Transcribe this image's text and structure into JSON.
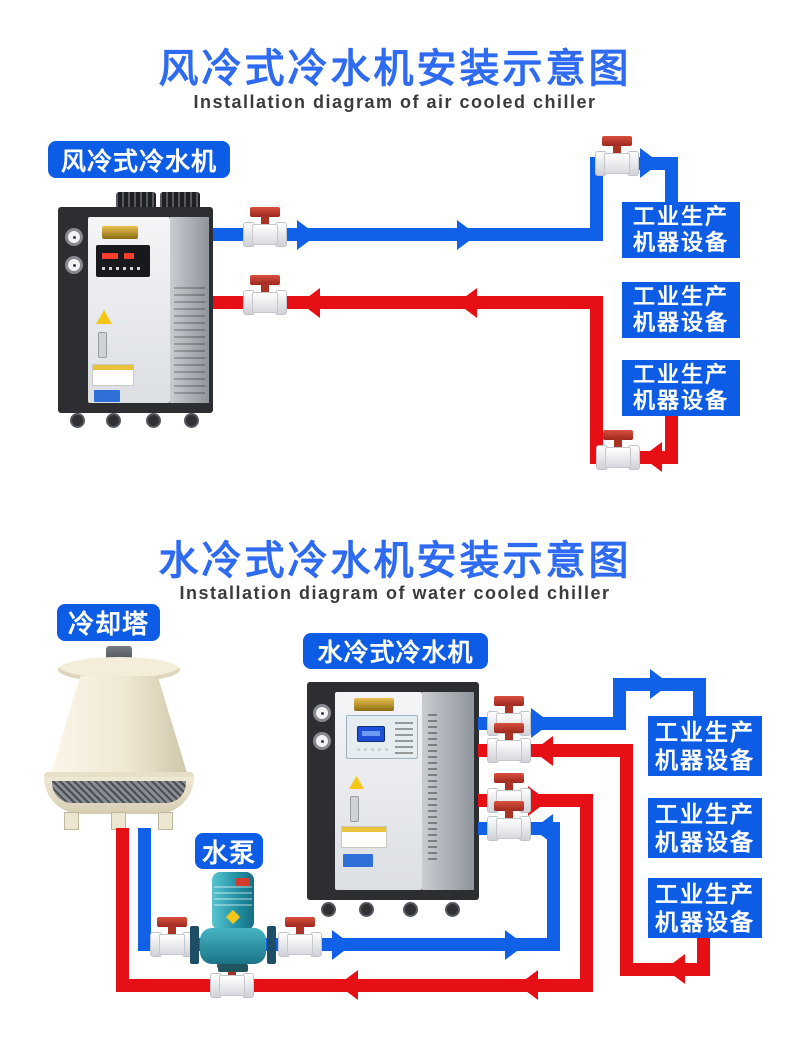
{
  "colors": {
    "primary_blue": "#0d5ce6",
    "pipe_blue": "#1160e8",
    "pipe_red": "#e60f16",
    "title_blue": "#2e6bf0",
    "subtitle_gray": "#3b3b3b",
    "valve_handle_red": "#9c271c",
    "tower_cream": "#f2ecda",
    "pump_teal": "#2391a4"
  },
  "icons": [
    "ball-valve-icon",
    "flow-arrow-icon",
    "air-cooled-chiller-image",
    "water-cooled-chiller-image",
    "cooling-tower-image",
    "water-pump-image"
  ],
  "air_section": {
    "title": "风冷式冷水机安装示意图",
    "subtitle": "Installation diagram of air cooled chiller",
    "chiller_label": "风冷式冷水机",
    "equipment_boxes": [
      {
        "line1": "工业生产",
        "line2": "机器设备"
      },
      {
        "line1": "工业生产",
        "line2": "机器设备"
      },
      {
        "line1": "工业生产",
        "line2": "机器设备"
      }
    ]
  },
  "water_section": {
    "title": "水冷式冷水机安装示意图",
    "subtitle": "Installation diagram of water cooled chiller",
    "cooling_tower_label": "冷却塔",
    "chiller_label": "水冷式冷水机",
    "pump_label": "水泵",
    "equipment_boxes": [
      {
        "line1": "工业生产",
        "line2": "机器设备"
      },
      {
        "line1": "工业生产",
        "line2": "机器设备"
      },
      {
        "line1": "工业生产",
        "line2": "机器设备"
      }
    ]
  }
}
